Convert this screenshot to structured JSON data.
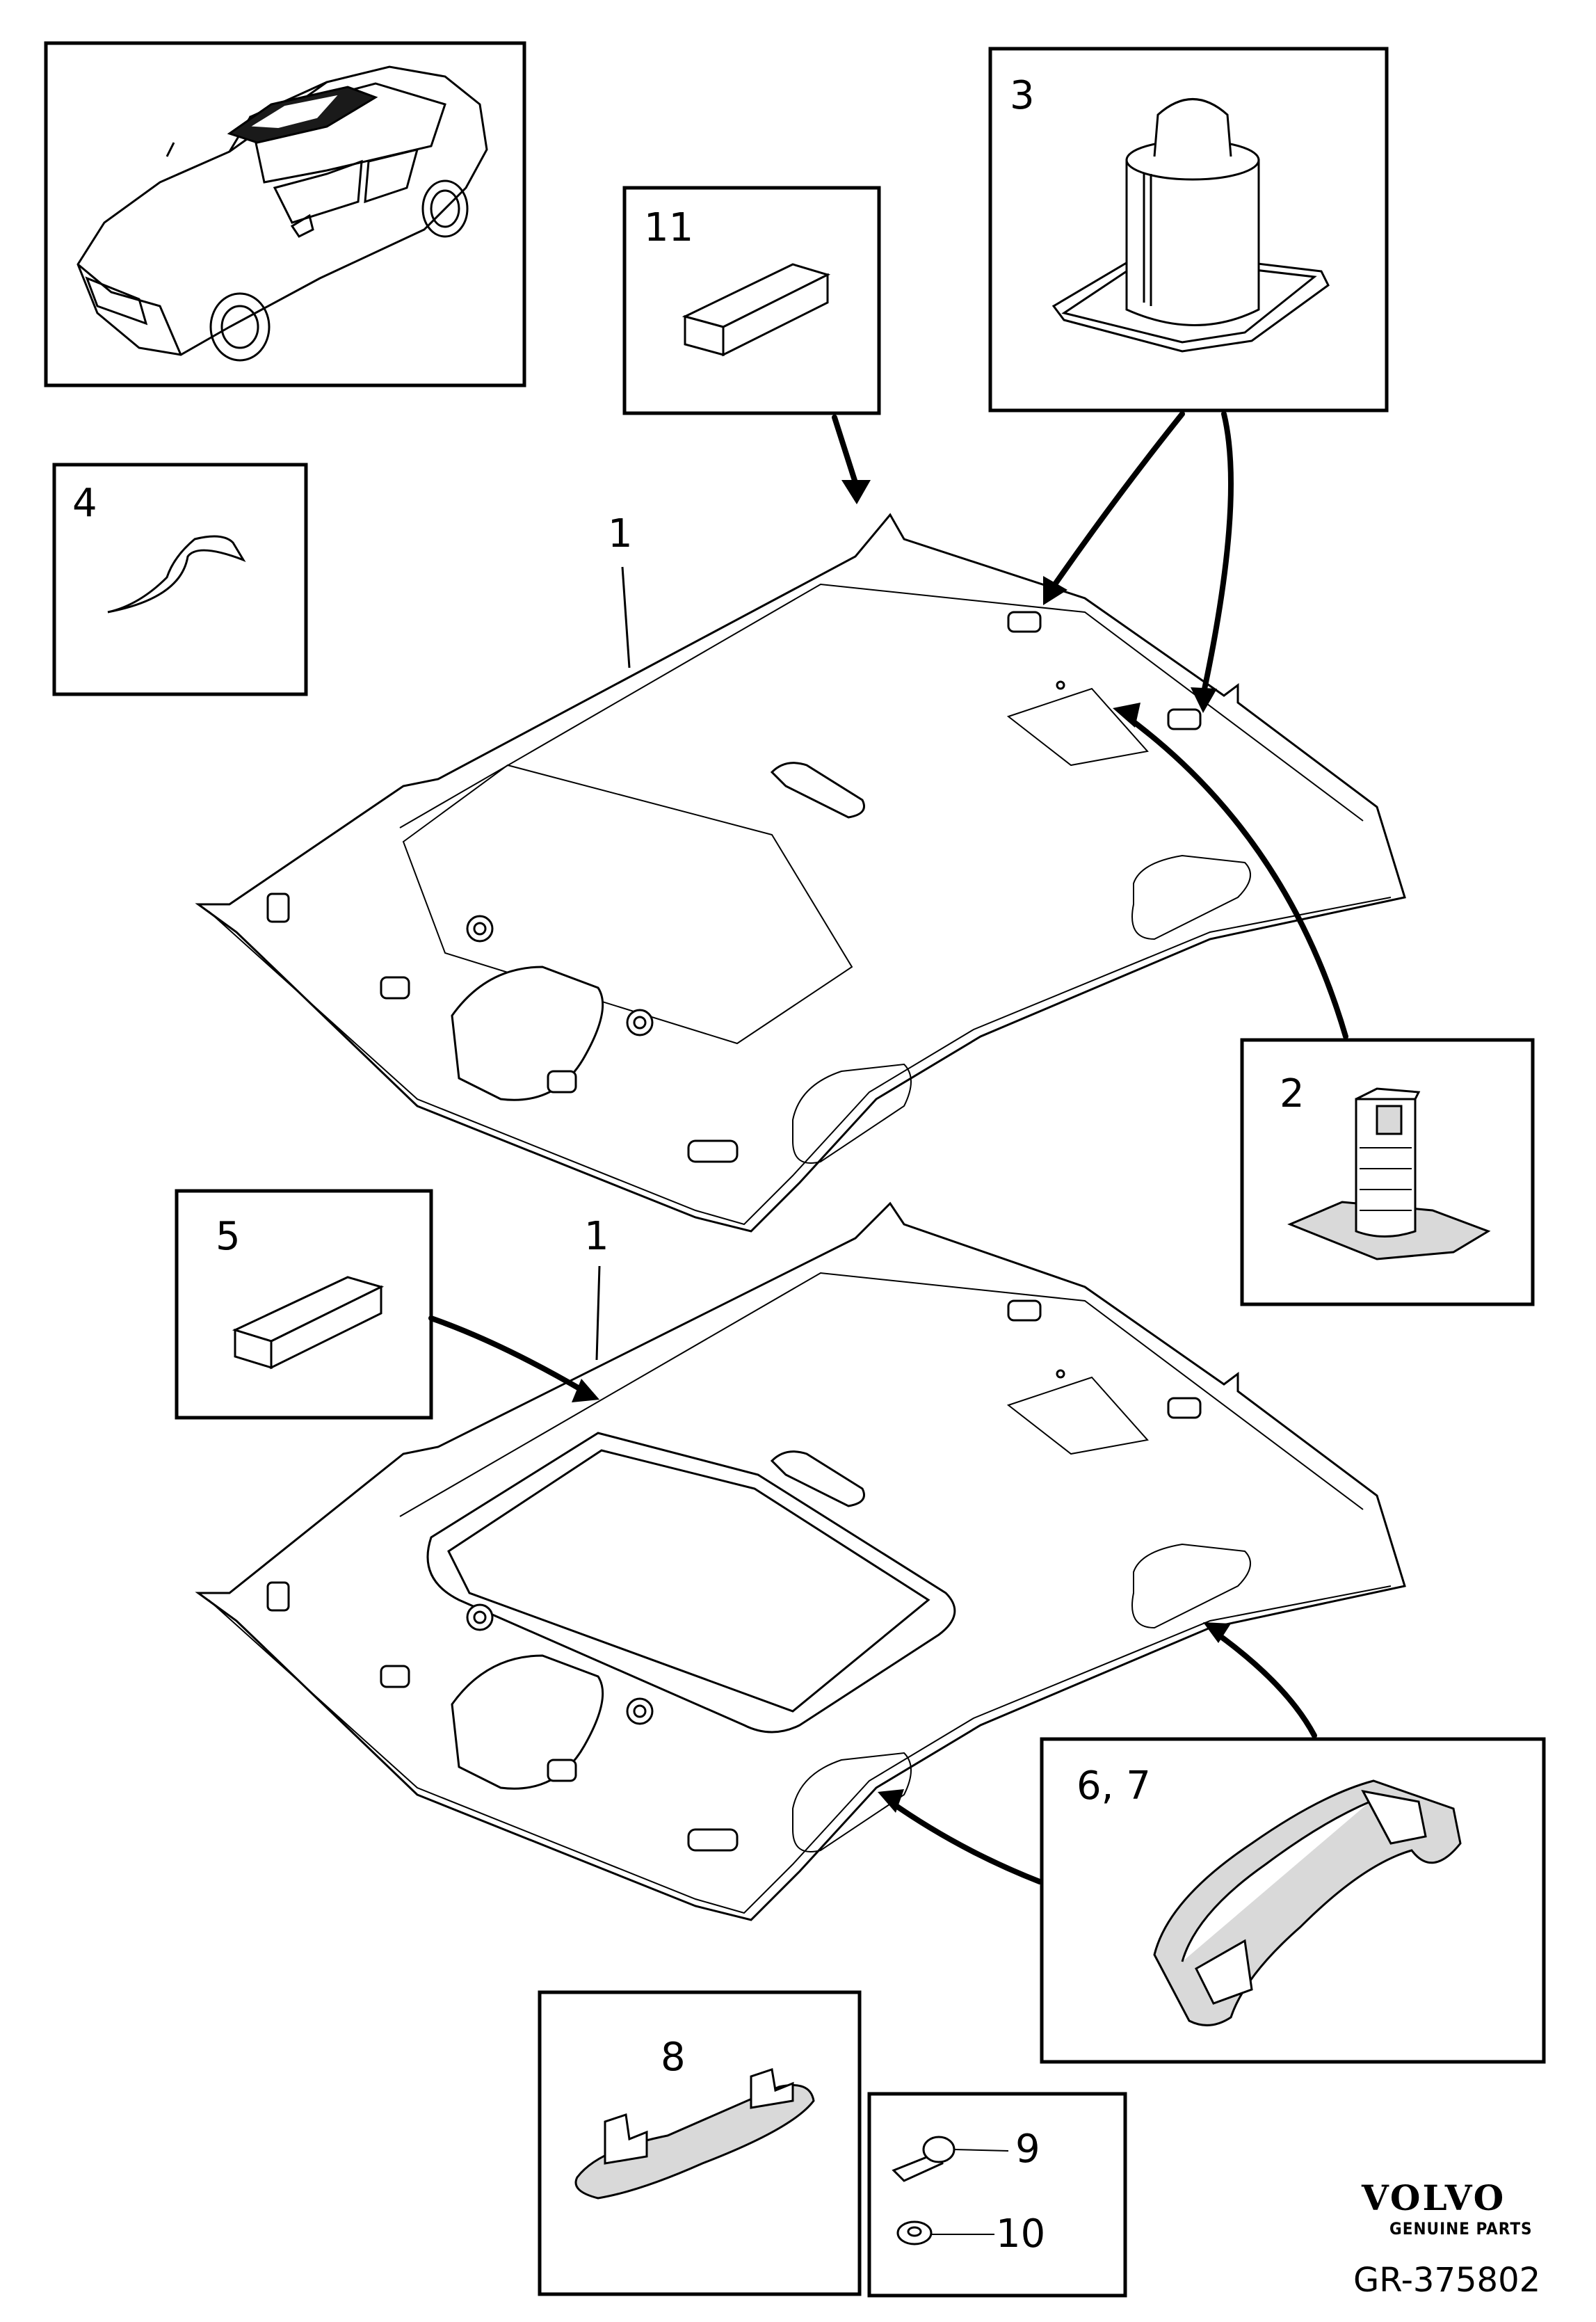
{
  "labels": {
    "headliner_top": "1",
    "headliner_bottom": "1",
    "clip": "2",
    "fastener": "3",
    "tape": "4",
    "pad_bottom": "5",
    "grab_handle": "6, 7",
    "cover": "8",
    "screw": "9",
    "washer": "10",
    "pad_top": "11"
  },
  "brand": {
    "name": "VOLVO",
    "tagline": "GENUINE PARTS",
    "ref": "GR-375802"
  },
  "colors": {
    "line": "#000000",
    "fill": "#ffffff",
    "shade": "#d9d9d9",
    "sunroof": "#1a1a1a"
  }
}
